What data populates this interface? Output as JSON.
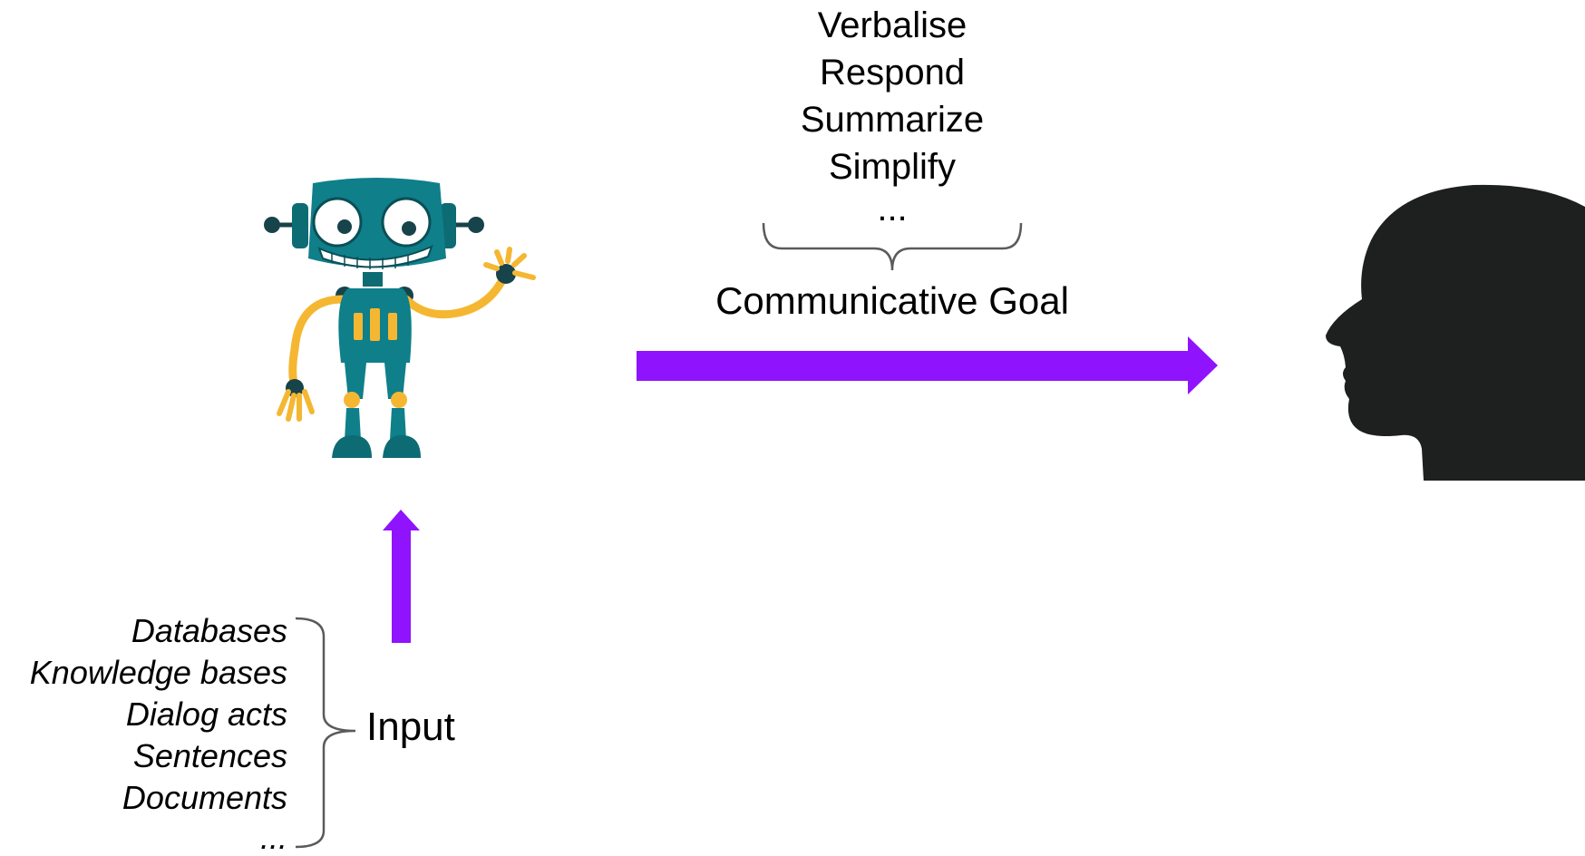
{
  "communicative_goal": {
    "label": "Communicative Goal",
    "items": [
      "Verbalise",
      "Respond",
      "Summarize",
      "Simplify"
    ],
    "ellipsis": "..."
  },
  "input": {
    "label": "Input",
    "items": [
      "Databases",
      "Knowledge bases",
      "Dialog acts",
      "Sentences",
      "Documents"
    ],
    "ellipsis": "..."
  },
  "colors": {
    "arrow": "#9013fe",
    "robot_body": "#0f7f8a",
    "robot_accent": "#f5b731",
    "head": "#1e1f1f"
  },
  "icons": {
    "robot": "robot-icon",
    "head": "human-head-silhouette-icon"
  }
}
